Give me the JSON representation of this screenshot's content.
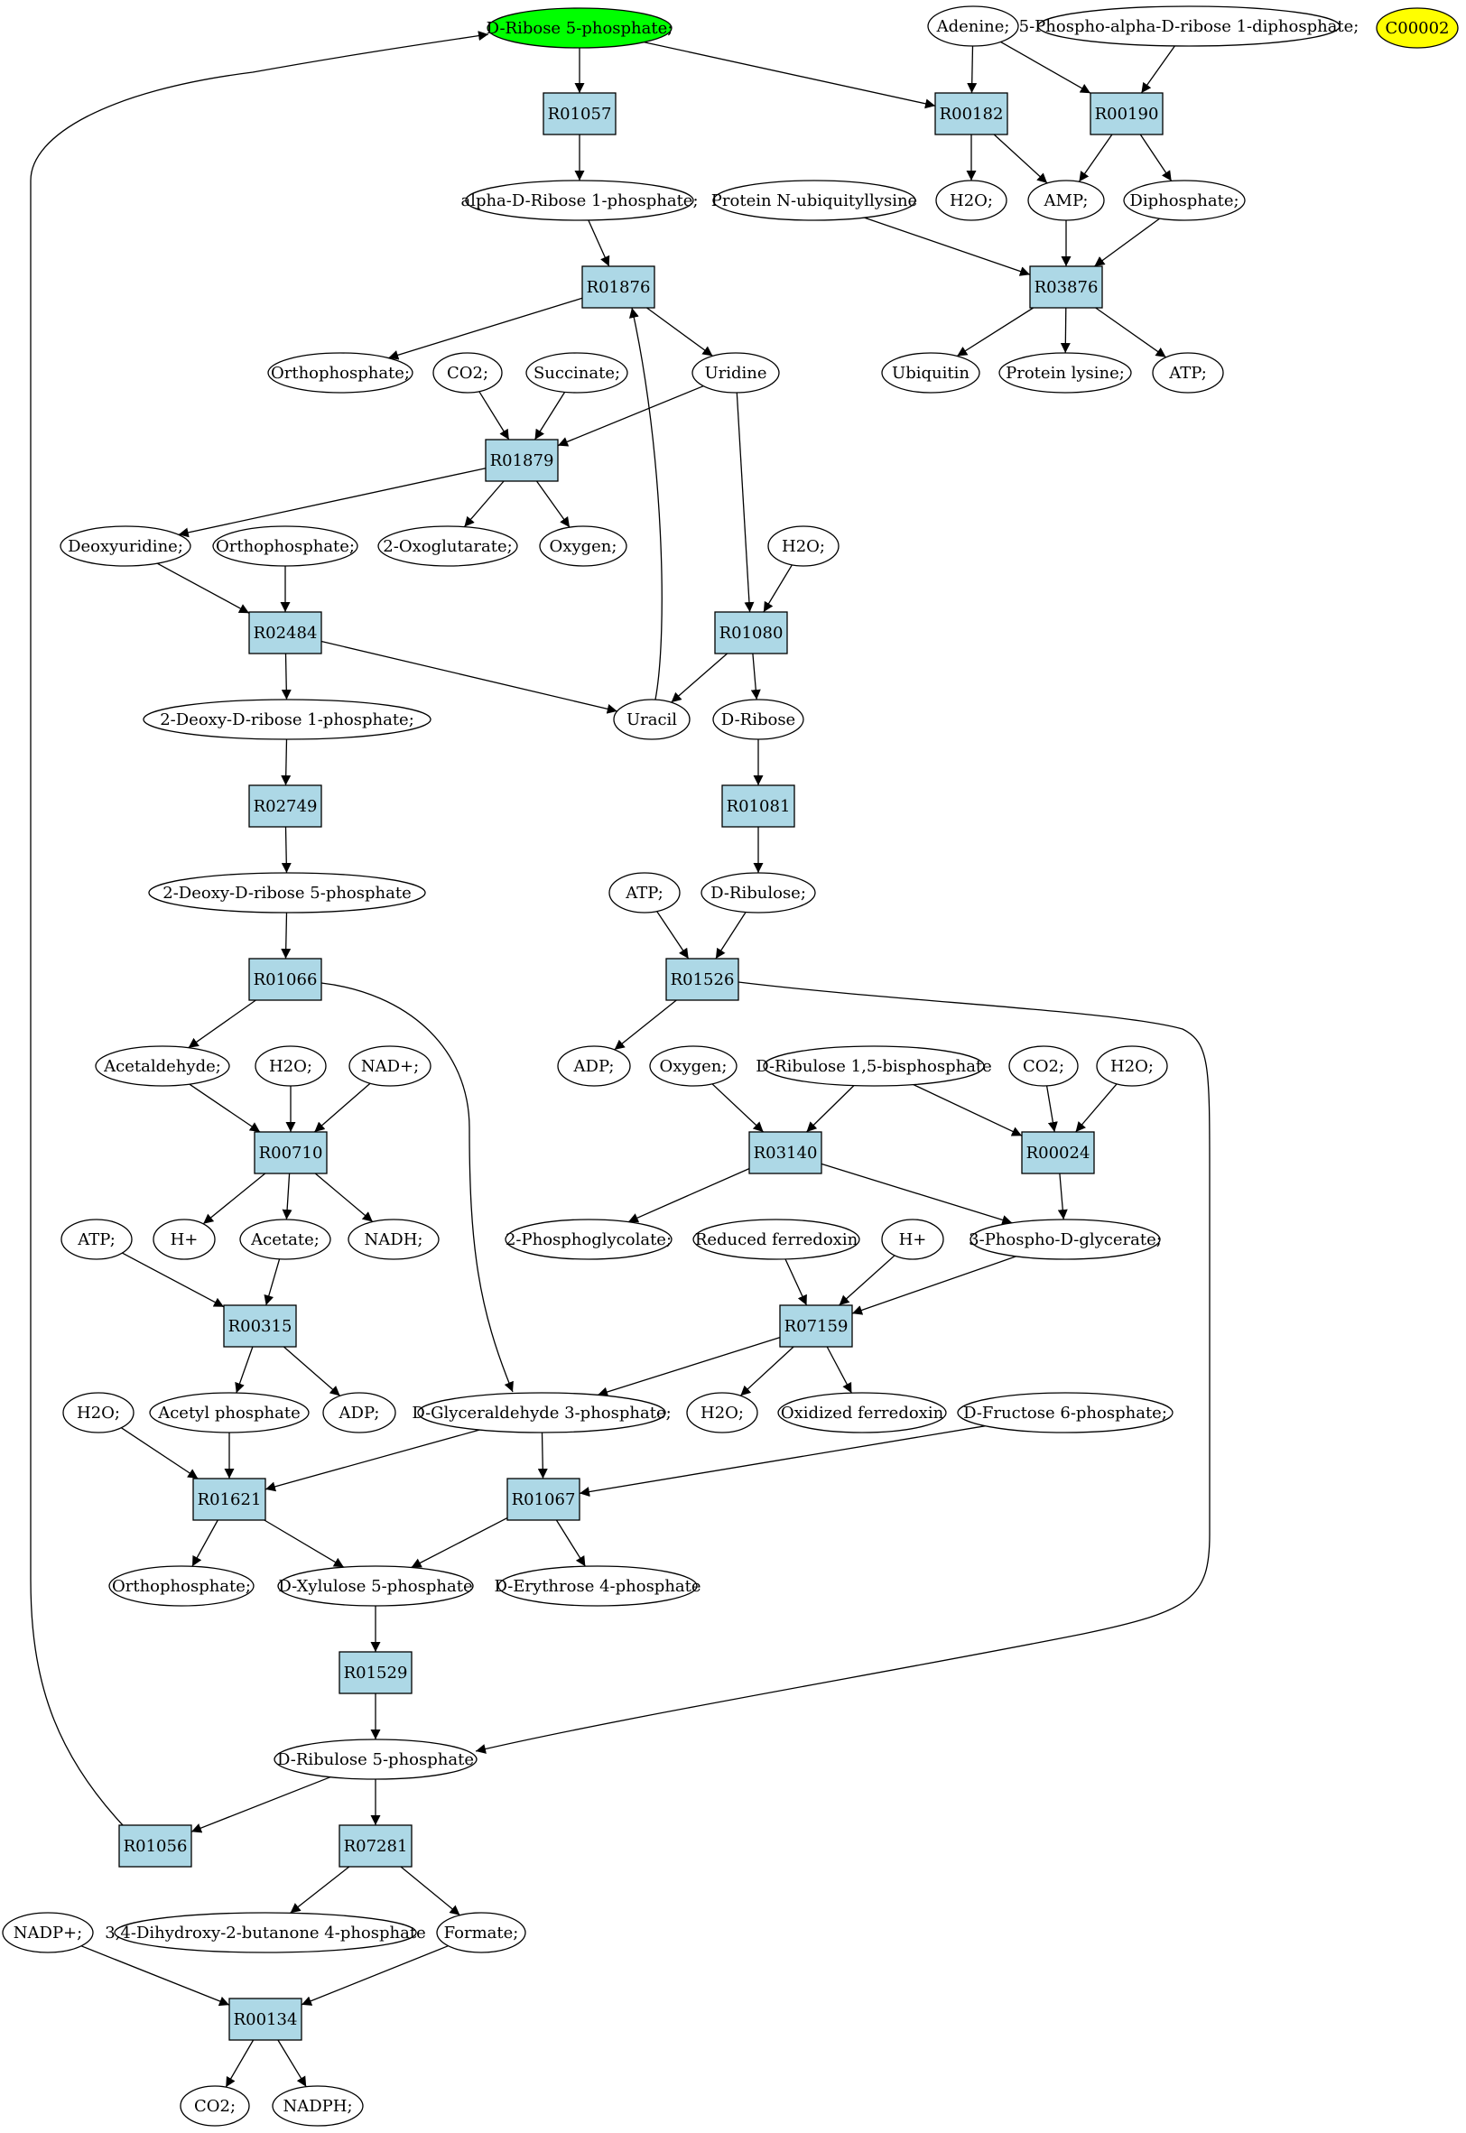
{
  "colors": {
    "reaction_fill": "#add8e6",
    "highlight_green": "#00ff00",
    "highlight_yellow": "#ffff00",
    "compound_fill": "#ffffff"
  },
  "compounds": [
    {
      "id": "c_ribose5p",
      "label": "D-Ribose 5-phosphate;",
      "color": "#00ff00"
    },
    {
      "id": "c_adenine",
      "label": "Adenine;"
    },
    {
      "id": "c_prpp",
      "label": "5-Phospho-alpha-D-ribose 1-diphosphate;"
    },
    {
      "id": "c_c00002",
      "label": "C00002",
      "color": "#ffff00"
    },
    {
      "id": "c_aribose1p",
      "label": "alpha-D-Ribose 1-phosphate;"
    },
    {
      "id": "c_protubq",
      "label": "Protein N-ubiquityllysine"
    },
    {
      "id": "c_h2o_a",
      "label": "H2O;"
    },
    {
      "id": "c_amp",
      "label": "AMP;"
    },
    {
      "id": "c_diphos",
      "label": "Diphosphate;"
    },
    {
      "id": "c_orthoP_a",
      "label": "Orthophosphate;"
    },
    {
      "id": "c_co2_a",
      "label": "CO2;"
    },
    {
      "id": "c_succ",
      "label": "Succinate;"
    },
    {
      "id": "c_uridine",
      "label": "Uridine"
    },
    {
      "id": "c_ubq",
      "label": "Ubiquitin"
    },
    {
      "id": "c_protlys",
      "label": "Protein lysine;"
    },
    {
      "id": "c_atp_a",
      "label": "ATP;"
    },
    {
      "id": "c_deoxyur",
      "label": "Deoxyuridine;"
    },
    {
      "id": "c_orthoP_b",
      "label": "Orthophosphate;"
    },
    {
      "id": "c_oxoglu",
      "label": "2-Oxoglutarate;"
    },
    {
      "id": "c_oxygen_a",
      "label": "Oxygen;"
    },
    {
      "id": "c_h2o_b",
      "label": "H2O;"
    },
    {
      "id": "c_dribose1p",
      "label": "2-Deoxy-D-ribose 1-phosphate;"
    },
    {
      "id": "c_uracil",
      "label": "Uracil"
    },
    {
      "id": "c_dribose",
      "label": "D-Ribose"
    },
    {
      "id": "c_dribose5p",
      "label": "2-Deoxy-D-ribose 5-phosphate"
    },
    {
      "id": "c_atp_b",
      "label": "ATP;"
    },
    {
      "id": "c_dribulose",
      "label": "D-Ribulose;"
    },
    {
      "id": "c_acetald",
      "label": "Acetaldehyde;"
    },
    {
      "id": "c_h2o_c",
      "label": "H2O;"
    },
    {
      "id": "c_nad",
      "label": "NAD+;"
    },
    {
      "id": "c_adp_a",
      "label": "ADP;"
    },
    {
      "id": "c_oxygen_b",
      "label": "Oxygen;"
    },
    {
      "id": "c_rubp",
      "label": "D-Ribulose 1,5-bisphosphate"
    },
    {
      "id": "c_co2_b",
      "label": "CO2;"
    },
    {
      "id": "c_h2o_d",
      "label": "H2O;"
    },
    {
      "id": "c_atp_c",
      "label": "ATP;"
    },
    {
      "id": "c_hplus_a",
      "label": "H+"
    },
    {
      "id": "c_acetate",
      "label": "Acetate;"
    },
    {
      "id": "c_nadh",
      "label": "NADH;"
    },
    {
      "id": "c_2pglyc",
      "label": "2-Phosphoglycolate;"
    },
    {
      "id": "c_redfd",
      "label": "Reduced ferredoxin"
    },
    {
      "id": "c_hplus_b",
      "label": "H+"
    },
    {
      "id": "c_3pg",
      "label": "3-Phospho-D-glycerate;"
    },
    {
      "id": "c_h2o_e",
      "label": "H2O;"
    },
    {
      "id": "c_acetylp",
      "label": "Acetyl phosphate"
    },
    {
      "id": "c_adp_b",
      "label": "ADP;"
    },
    {
      "id": "c_g3p",
      "label": "D-Glyceraldehyde 3-phosphate;"
    },
    {
      "id": "c_h2o_f",
      "label": "H2O;"
    },
    {
      "id": "c_oxfd",
      "label": "Oxidized ferredoxin"
    },
    {
      "id": "c_f6p",
      "label": "D-Fructose 6-phosphate;"
    },
    {
      "id": "c_orthoP_c",
      "label": "Orthophosphate;"
    },
    {
      "id": "c_xyl5p",
      "label": "D-Xylulose 5-phosphate"
    },
    {
      "id": "c_e4p",
      "label": "D-Erythrose 4-phosphate"
    },
    {
      "id": "c_ru5p",
      "label": "D-Ribulose 5-phosphate"
    },
    {
      "id": "c_nadp",
      "label": "NADP+;"
    },
    {
      "id": "c_dhbp",
      "label": "3,4-Dihydroxy-2-butanone 4-phosphate"
    },
    {
      "id": "c_formate",
      "label": "Formate;"
    },
    {
      "id": "c_co2_c",
      "label": "CO2;"
    },
    {
      "id": "c_nadph",
      "label": "NADPH;"
    }
  ],
  "reactions": [
    {
      "id": "r_R01057",
      "label": "R01057"
    },
    {
      "id": "r_R00182",
      "label": "R00182"
    },
    {
      "id": "r_R00190",
      "label": "R00190"
    },
    {
      "id": "r_R01876",
      "label": "R01876"
    },
    {
      "id": "r_R03876",
      "label": "R03876"
    },
    {
      "id": "r_R01879",
      "label": "R01879"
    },
    {
      "id": "r_R02484",
      "label": "R02484"
    },
    {
      "id": "r_R01080",
      "label": "R01080"
    },
    {
      "id": "r_R02749",
      "label": "R02749"
    },
    {
      "id": "r_R01081",
      "label": "R01081"
    },
    {
      "id": "r_R01066",
      "label": "R01066"
    },
    {
      "id": "r_R01526",
      "label": "R01526"
    },
    {
      "id": "r_R00710",
      "label": "R00710"
    },
    {
      "id": "r_R03140",
      "label": "R03140"
    },
    {
      "id": "r_R00024",
      "label": "R00024"
    },
    {
      "id": "r_R00315",
      "label": "R00315"
    },
    {
      "id": "r_R07159",
      "label": "R07159"
    },
    {
      "id": "r_R01621",
      "label": "R01621"
    },
    {
      "id": "r_R01067",
      "label": "R01067"
    },
    {
      "id": "r_R01529",
      "label": "R01529"
    },
    {
      "id": "r_R01056",
      "label": "R01056"
    },
    {
      "id": "r_R07281",
      "label": "R07281"
    },
    {
      "id": "r_R00134",
      "label": "R00134"
    }
  ],
  "edges": [
    [
      "c_ribose5p",
      "r_R01057"
    ],
    [
      "c_ribose5p",
      "r_R00182"
    ],
    [
      "r_R01057",
      "c_aribose1p"
    ],
    [
      "c_adenine",
      "r_R00182"
    ],
    [
      "c_adenine",
      "r_R00190"
    ],
    [
      "c_prpp",
      "r_R00190"
    ],
    [
      "r_R00182",
      "c_h2o_a"
    ],
    [
      "r_R00182",
      "c_amp"
    ],
    [
      "r_R00190",
      "c_amp"
    ],
    [
      "r_R00190",
      "c_diphos"
    ],
    [
      "c_aribose1p",
      "r_R01876"
    ],
    [
      "c_protubq",
      "r_R03876"
    ],
    [
      "c_amp",
      "r_R03876"
    ],
    [
      "c_diphos",
      "r_R03876"
    ],
    [
      "r_R01876",
      "c_orthoP_a"
    ],
    [
      "r_R01876",
      "c_uridine"
    ],
    [
      "r_R03876",
      "c_ubq"
    ],
    [
      "r_R03876",
      "c_protlys"
    ],
    [
      "r_R03876",
      "c_atp_a"
    ],
    [
      "c_co2_a",
      "r_R01879"
    ],
    [
      "c_succ",
      "r_R01879"
    ],
    [
      "c_uridine",
      "r_R01879"
    ],
    [
      "c_uridine",
      "r_R01080"
    ],
    [
      "r_R01879",
      "c_deoxyur"
    ],
    [
      "r_R01879",
      "c_oxoglu"
    ],
    [
      "r_R01879",
      "c_oxygen_a"
    ],
    [
      "c_deoxyur",
      "r_R02484"
    ],
    [
      "c_orthoP_b",
      "r_R02484"
    ],
    [
      "c_h2o_b",
      "r_R01080"
    ],
    [
      "r_R02484",
      "c_dribose1p"
    ],
    [
      "r_R02484",
      "c_uracil"
    ],
    [
      "r_R01080",
      "c_uracil"
    ],
    [
      "r_R01080",
      "c_dribose"
    ],
    [
      "c_uracil",
      "r_R01876"
    ],
    [
      "c_dribose1p",
      "r_R02749"
    ],
    [
      "c_dribose",
      "r_R01081"
    ],
    [
      "r_R02749",
      "c_dribose5p"
    ],
    [
      "r_R01081",
      "c_dribulose"
    ],
    [
      "c_dribose5p",
      "r_R01066"
    ],
    [
      "c_atp_b",
      "r_R01526"
    ],
    [
      "c_dribulose",
      "r_R01526"
    ],
    [
      "r_R01066",
      "c_acetald"
    ],
    [
      "r_R01066",
      "c_g3p"
    ],
    [
      "r_R01526",
      "c_adp_a"
    ],
    [
      "r_R01526",
      "c_ru5p"
    ],
    [
      "c_acetald",
      "r_R00710"
    ],
    [
      "c_h2o_c",
      "r_R00710"
    ],
    [
      "c_nad",
      "r_R00710"
    ],
    [
      "c_oxygen_b",
      "r_R03140"
    ],
    [
      "c_rubp",
      "r_R03140"
    ],
    [
      "c_rubp",
      "r_R00024"
    ],
    [
      "c_co2_b",
      "r_R00024"
    ],
    [
      "c_h2o_d",
      "r_R00024"
    ],
    [
      "r_R00710",
      "c_hplus_a"
    ],
    [
      "r_R00710",
      "c_acetate"
    ],
    [
      "r_R00710",
      "c_nadh"
    ],
    [
      "r_R03140",
      "c_2pglyc"
    ],
    [
      "r_R03140",
      "c_3pg"
    ],
    [
      "r_R00024",
      "c_3pg"
    ],
    [
      "c_atp_c",
      "r_R00315"
    ],
    [
      "c_acetate",
      "r_R00315"
    ],
    [
      "c_redfd",
      "r_R07159"
    ],
    [
      "c_hplus_b",
      "r_R07159"
    ],
    [
      "c_3pg",
      "r_R07159"
    ],
    [
      "r_R00315",
      "c_acetylp"
    ],
    [
      "r_R00315",
      "c_adp_b"
    ],
    [
      "r_R07159",
      "c_g3p"
    ],
    [
      "r_R07159",
      "c_h2o_f"
    ],
    [
      "r_R07159",
      "c_oxfd"
    ],
    [
      "c_h2o_e",
      "r_R01621"
    ],
    [
      "c_acetylp",
      "r_R01621"
    ],
    [
      "c_g3p",
      "r_R01621"
    ],
    [
      "c_g3p",
      "r_R01067"
    ],
    [
      "c_f6p",
      "r_R01067"
    ],
    [
      "r_R01621",
      "c_orthoP_c"
    ],
    [
      "r_R01621",
      "c_xyl5p"
    ],
    [
      "r_R01067",
      "c_xyl5p"
    ],
    [
      "r_R01067",
      "c_e4p"
    ],
    [
      "c_xyl5p",
      "r_R01529"
    ],
    [
      "r_R01529",
      "c_ru5p"
    ],
    [
      "c_ru5p",
      "r_R01056"
    ],
    [
      "c_ru5p",
      "r_R07281"
    ],
    [
      "r_R01056",
      "c_ribose5p"
    ],
    [
      "r_R07281",
      "c_dhbp"
    ],
    [
      "r_R07281",
      "c_formate"
    ],
    [
      "c_nadp",
      "r_R00134"
    ],
    [
      "c_formate",
      "r_R00134"
    ],
    [
      "r_R00134",
      "c_co2_c"
    ],
    [
      "r_R00134",
      "c_nadph"
    ]
  ]
}
